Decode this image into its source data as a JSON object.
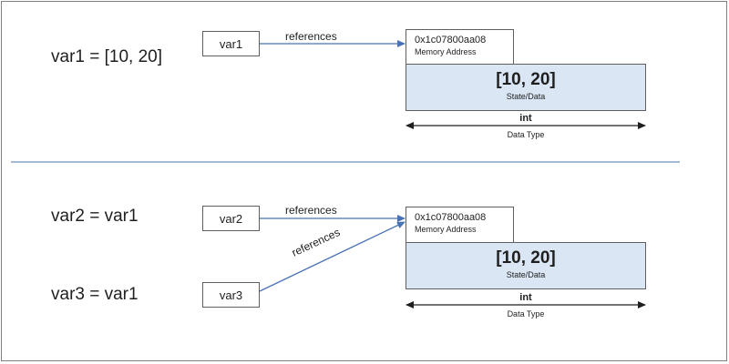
{
  "top": {
    "statement": "var1 = [10, 20]",
    "var_label": "var1",
    "ref_label": "references",
    "address": "0x1c07800aa08",
    "address_caption": "Memory Address",
    "state_value": "[10, 20]",
    "state_caption": "State/Data",
    "type_value": "int",
    "type_caption": "Data Type"
  },
  "bottom": {
    "statement_var2": "var2 = var1",
    "statement_var3": "var3 = var1",
    "var2_label": "var2",
    "var3_label": "var3",
    "ref_label_var2": "references",
    "ref_label_var3": "references",
    "address": "0x1c07800aa08",
    "address_caption": "Memory Address",
    "state_value": "[10, 20]",
    "state_caption": "State/Data",
    "type_value": "int",
    "type_caption": "Data Type"
  },
  "colors": {
    "arrow": "#4a73b5",
    "divider": "#4a73b5",
    "state_fill": "#dae6f3",
    "box_border": "#5f5f5f"
  }
}
